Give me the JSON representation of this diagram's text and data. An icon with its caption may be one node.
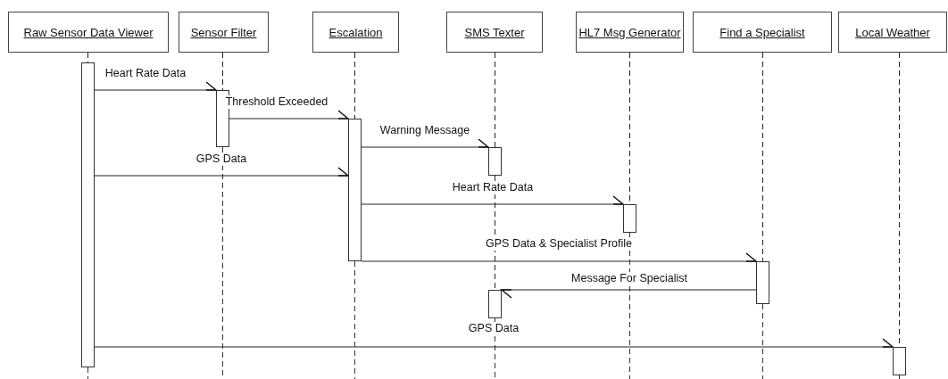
{
  "diagram": {
    "nodes": [
      {
        "text": [
          "Raw Sensor Data Viewer"
        ]
      },
      {
        "text": [
          "Sensor Filter"
        ]
      },
      {
        "text": [
          "Escalation"
        ]
      },
      {
        "text": [
          "SMS Texter"
        ]
      },
      {
        "text": [
          "HL7 Msg Generator"
        ]
      },
      {
        "text": [
          "Find a Specialist"
        ]
      },
      {
        "text": [
          "Local Weather"
        ]
      },
      {
        "text": [],
        "shape": "bar"
      },
      {
        "text": [],
        "shape": "bar"
      },
      {
        "text": [],
        "shape": "bar"
      },
      {
        "text": [],
        "shape": "bar"
      },
      {
        "text": [],
        "shape": "bar"
      },
      {
        "text": [],
        "shape": "bar"
      },
      {
        "text": [],
        "shape": "bar"
      },
      {
        "text": [],
        "shape": "bar"
      }
    ],
    "edges": [
      {
        "from": 7,
        "to": 8,
        "arrow": "to",
        "label": "Heart Rate Data"
      },
      {
        "from": 8,
        "to": 9,
        "arrow": "to",
        "label": "Threshold Exceeded"
      },
      {
        "from": 9,
        "to": 10,
        "arrow": "to",
        "label": "Warning Message"
      },
      {
        "from": 7,
        "to": 9,
        "arrow": "to",
        "label": "GPS Data"
      },
      {
        "from": 9,
        "to": 11,
        "arrow": "to",
        "label": "Heart Rate Data"
      },
      {
        "from": 9,
        "to": 12,
        "arrow": "to",
        "label": "GPS Data & Specialist Profile"
      },
      {
        "from": 12,
        "to": 13,
        "arrow": "to",
        "label": "Message For Specialist"
      },
      {
        "from": 7,
        "to": 14,
        "arrow": "to",
        "label": "GPS Data"
      },
      {
        "from": 0,
        "to": 7,
        "arrow": "none",
        "style": "dashed"
      },
      {
        "from": 1,
        "to": 8,
        "arrow": "none",
        "style": "dashed"
      },
      {
        "from": 2,
        "to": 9,
        "arrow": "none",
        "style": "dashed"
      },
      {
        "from": 3,
        "to": 10,
        "arrow": "none",
        "style": "dashed"
      },
      {
        "from": 10,
        "to": 13,
        "arrow": "none",
        "style": "dashed"
      },
      {
        "from": 4,
        "to": 11,
        "arrow": "none",
        "style": "dashed"
      },
      {
        "from": 5,
        "to": 12,
        "arrow": "none",
        "style": "dashed"
      },
      {
        "from": 6,
        "to": 14,
        "arrow": "none",
        "style": "dashed"
      }
    ]
  }
}
